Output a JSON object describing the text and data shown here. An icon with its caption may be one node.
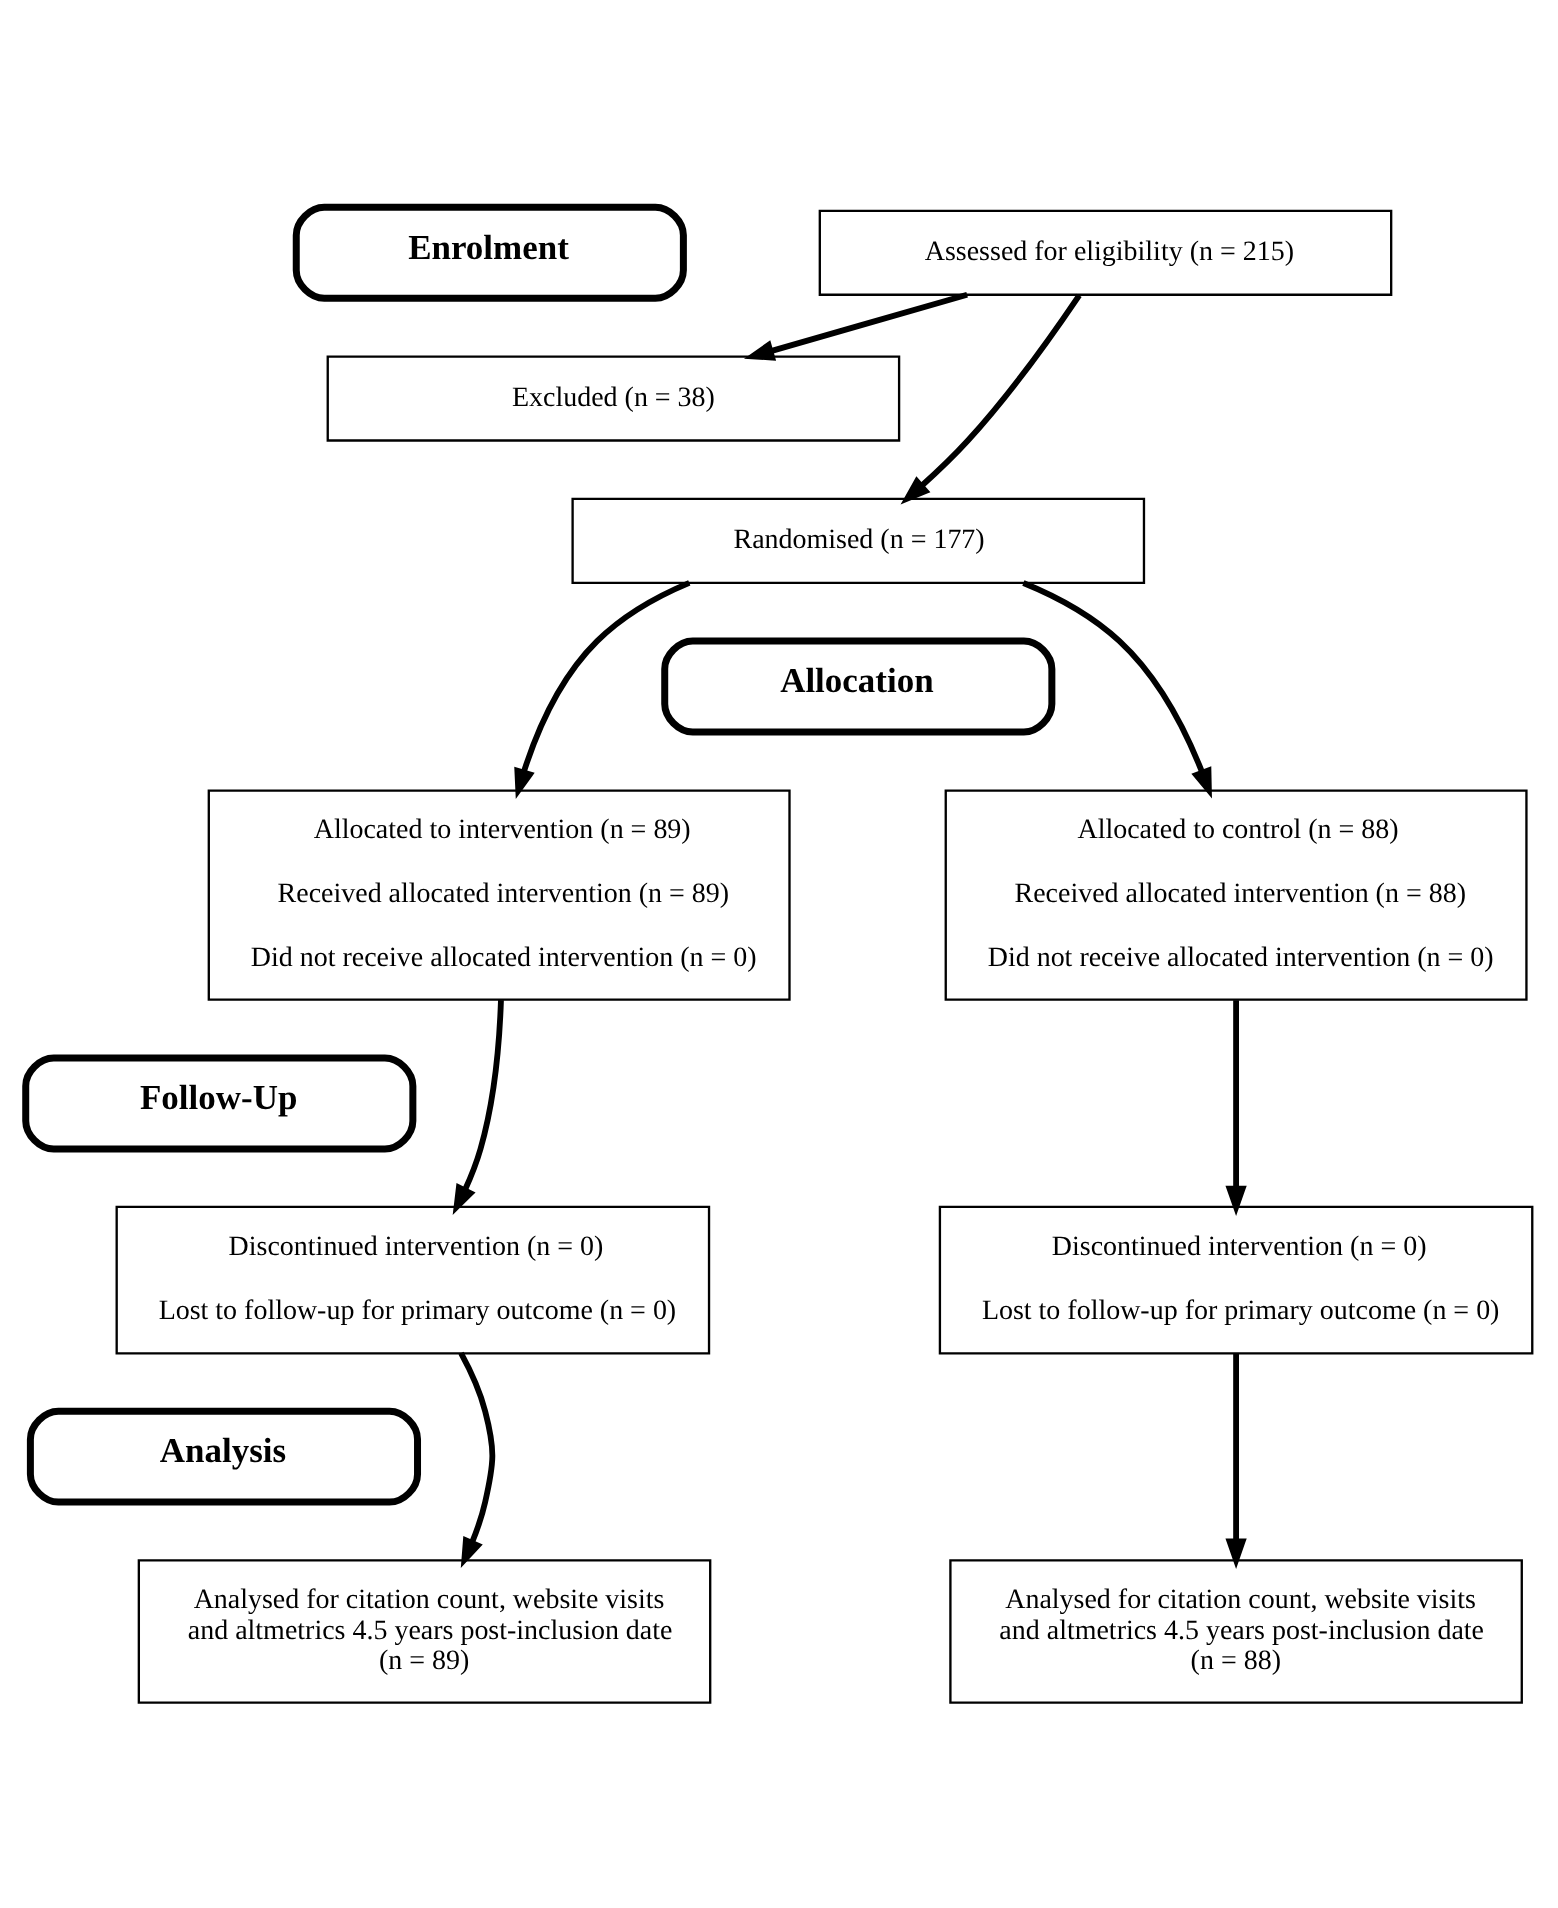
{
  "diagram": {
    "nodes": [
      {
        "text": [
          "Enrolment"
        ]
      },
      {
        "text": [
          "Assessed for eligibility (n = 215)"
        ]
      },
      {
        "text": [
          "Excluded (n = 38)"
        ]
      },
      {
        "text": [
          "Randomised (n = 177)"
        ]
      },
      {
        "text": [
          "Allocation"
        ]
      },
      {
        "text": [
          "Allocated to intervention (n = 89)",
          "Received allocated intervention (n = 89)",
          "Did not receive allocated intervention (n = 0)"
        ]
      },
      {
        "text": [
          "Allocated to control (n = 88)",
          "Received allocated intervention (n = 88)",
          "Did not receive allocated intervention (n = 0)"
        ]
      },
      {
        "text": [
          "Follow-Up"
        ]
      },
      {
        "text": [
          "Discontinued intervention (n = 0)",
          "Lost to follow-up for primary outcome (n = 0)"
        ]
      },
      {
        "text": [
          "Discontinued intervention (n = 0)",
          "Lost to follow-up for primary outcome (n = 0)"
        ]
      },
      {
        "text": [
          "Analysis"
        ]
      },
      {
        "text": [
          "Analysed for citation count, website visits and altmetrics 4.5 years post-inclusion date (n = 89)"
        ]
      },
      {
        "text": [
          "Analysed for citation count, website visits and altmetrics 4.5 years post-inclusion date (n = 88)"
        ]
      }
    ],
    "edges": [
      {
        "from": 1,
        "to": 3,
        "arrow": "to"
      },
      {
        "from": 1,
        "to": 2,
        "arrow": "to"
      },
      {
        "from": 3,
        "to": 5,
        "arrow": "to"
      },
      {
        "from": 3,
        "to": 6,
        "arrow": "to"
      },
      {
        "from": 5,
        "to": 8,
        "arrow": "to"
      },
      {
        "from": 6,
        "to": 9,
        "arrow": "to"
      },
      {
        "from": 8,
        "to": 11,
        "arrow": "to"
      },
      {
        "from": 9,
        "to": 12,
        "arrow": "to"
      }
    ]
  }
}
